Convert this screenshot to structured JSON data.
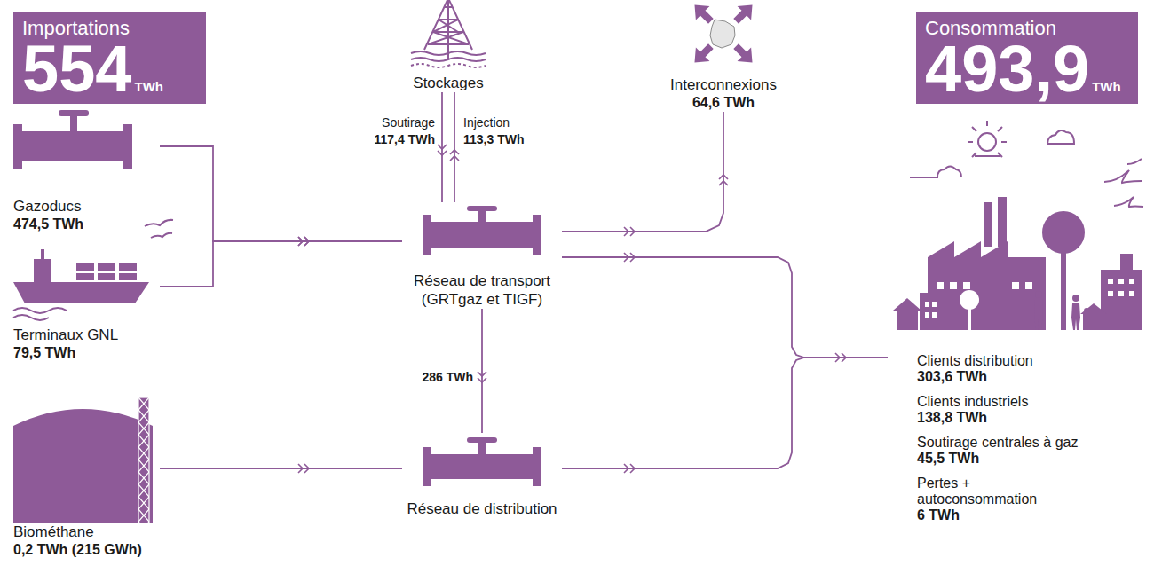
{
  "diagram": {
    "nodes": [
      {
        "text": [
          "Importations",
          "554",
          "TWh"
        ]
      },
      {
        "text": [
          "Gazoducs",
          "474,5 TWh"
        ]
      },
      {
        "text": [
          "Terminaux GNL",
          "79,5 TWh"
        ]
      },
      {
        "text": [
          "Biométhane",
          "0,2 TWh (215 GWh)"
        ]
      },
      {
        "text": [
          "Stockages"
        ]
      },
      {
        "text": [
          "Interconnexions",
          "64,6 TWh"
        ]
      },
      {
        "text": [
          "Réseau de transport (GRTgaz et TIGF)"
        ]
      },
      {
        "text": [
          "Réseau de distribution"
        ]
      },
      {
        "text": [
          "Consommation",
          "493,9",
          "TWh"
        ]
      },
      {
        "text": [
          "Clients distribution",
          "303,6 TWh",
          "Clients industriels",
          "138,8 TWh",
          "Soutirage centrales à gaz",
          "45,5 TWh",
          "Pertes + autoconsommation",
          "6 TWh"
        ]
      }
    ],
    "edges": [
      {
        "from": 1,
        "to": 6,
        "arrow": "to"
      },
      {
        "from": 2,
        "to": 6,
        "arrow": "to"
      },
      {
        "from": 3,
        "to": 7,
        "arrow": "to"
      },
      {
        "from": 4,
        "to": 6,
        "label": "117,4 TWh",
        "arrow": "to"
      },
      {
        "from": 6,
        "to": 4,
        "label": "113,3 TWh",
        "arrow": "to"
      },
      {
        "from": 6,
        "to": 5,
        "arrow": "to"
      },
      {
        "from": 6,
        "to": 7,
        "label": "286 TWh",
        "arrow": "to"
      },
      {
        "from": 6,
        "to": 9,
        "arrow": "to"
      },
      {
        "from": 7,
        "to": 9,
        "arrow": "to"
      }
    ],
    "labels": [
      "Soutirage",
      "Injection"
    ]
  }
}
